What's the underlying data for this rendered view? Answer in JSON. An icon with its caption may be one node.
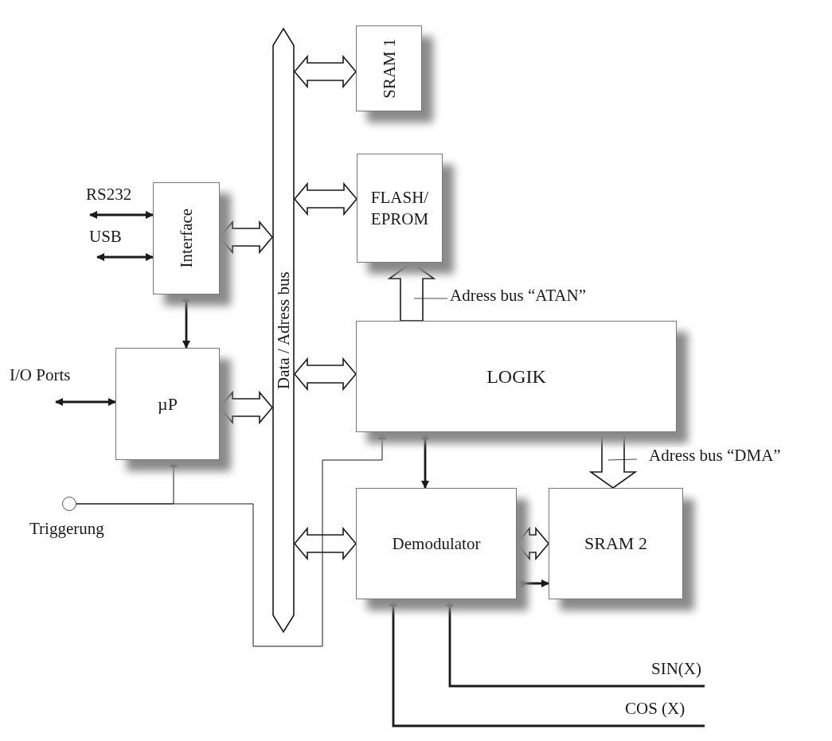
{
  "diagram": {
    "nodes": [
      {
        "text": [
          "Data / Adress bus"
        ]
      },
      {
        "text": [
          "SRAM 1"
        ]
      },
      {
        "text": [
          "FLASH/ EPROM"
        ]
      },
      {
        "text": [
          "Interface"
        ]
      },
      {
        "text": [
          "µP"
        ]
      },
      {
        "text": [
          "LOGIK"
        ]
      },
      {
        "text": [
          "Demodulator"
        ]
      },
      {
        "text": [
          "SRAM 2"
        ]
      },
      {
        "text": [],
        "shape": "circle",
        "beside": [
          "Triggerung"
        ]
      }
    ],
    "edges": [
      {
        "from": 0,
        "to": 1,
        "arrow": "both",
        "style": "thick"
      },
      {
        "from": 0,
        "to": 2,
        "arrow": "both",
        "style": "thick"
      },
      {
        "from": 3,
        "to": 0,
        "arrow": "both",
        "style": "thick"
      },
      {
        "from": 0,
        "to": 5,
        "arrow": "both",
        "style": "thick"
      },
      {
        "from": 4,
        "to": 0,
        "arrow": "both",
        "style": "thick"
      },
      {
        "from": 0,
        "to": 6,
        "arrow": "both",
        "style": "thick"
      },
      {
        "from": 6,
        "to": 7,
        "arrow": "both",
        "style": "thick"
      },
      {
        "from": 6,
        "to": 7,
        "arrow": "both"
      },
      {
        "from": null,
        "to": 3,
        "arrow": "both",
        "label": "RS232"
      },
      {
        "from": null,
        "to": 3,
        "arrow": "both",
        "label": "USB"
      },
      {
        "from": 3,
        "to": 4,
        "arrow": "both"
      },
      {
        "from": null,
        "to": 4,
        "arrow": "both",
        "label": "I/O Ports"
      },
      {
        "from": 8,
        "to": 4,
        "arrow": "to"
      },
      {
        "from": 8,
        "to": 5,
        "arrow": "to"
      },
      {
        "from": 5,
        "to": 6,
        "arrow": "both"
      },
      {
        "from": 5,
        "to": 2,
        "arrow": "to",
        "style": "thick",
        "label": "Adress bus “ATAN”"
      },
      {
        "from": 5,
        "to": 7,
        "arrow": "to",
        "style": "thick",
        "label": "Adress bus “DMA”"
      },
      {
        "from": null,
        "to": 6,
        "arrow": "to",
        "label": "SIN(X)"
      },
      {
        "from": null,
        "to": 6,
        "arrow": "to",
        "label": "COS (X)"
      }
    ]
  }
}
